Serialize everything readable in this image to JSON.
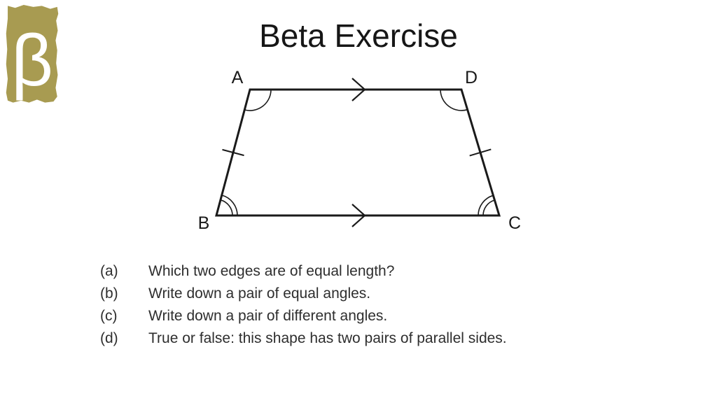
{
  "page": {
    "background": "#ffffff"
  },
  "logo": {
    "symbol": "β",
    "background_color": "#a89b51",
    "symbol_color": "#ffffff"
  },
  "title": "Beta Exercise",
  "diagram": {
    "shape": "trapezium",
    "vertex_labels": {
      "a": "A",
      "b": "B",
      "c": "C",
      "d": "D"
    },
    "parallel_marks_on": [
      "AD",
      "BC"
    ],
    "equal_length_ticks_on": [
      "AB",
      "DC"
    ],
    "angle_marks": {
      "single_arc": [
        "A",
        "D"
      ],
      "double_arc": [
        "B",
        "C"
      ]
    },
    "line_color": "#1a1a1a"
  },
  "questions": [
    {
      "label": "(a)",
      "text": "Which two edges are of equal length?"
    },
    {
      "label": "(b)",
      "text": "Write down a pair of equal angles."
    },
    {
      "label": "(c)",
      "text": "Write down a pair of different angles."
    },
    {
      "label": "(d)",
      "text": "True or false: this shape has two pairs of parallel sides."
    }
  ]
}
